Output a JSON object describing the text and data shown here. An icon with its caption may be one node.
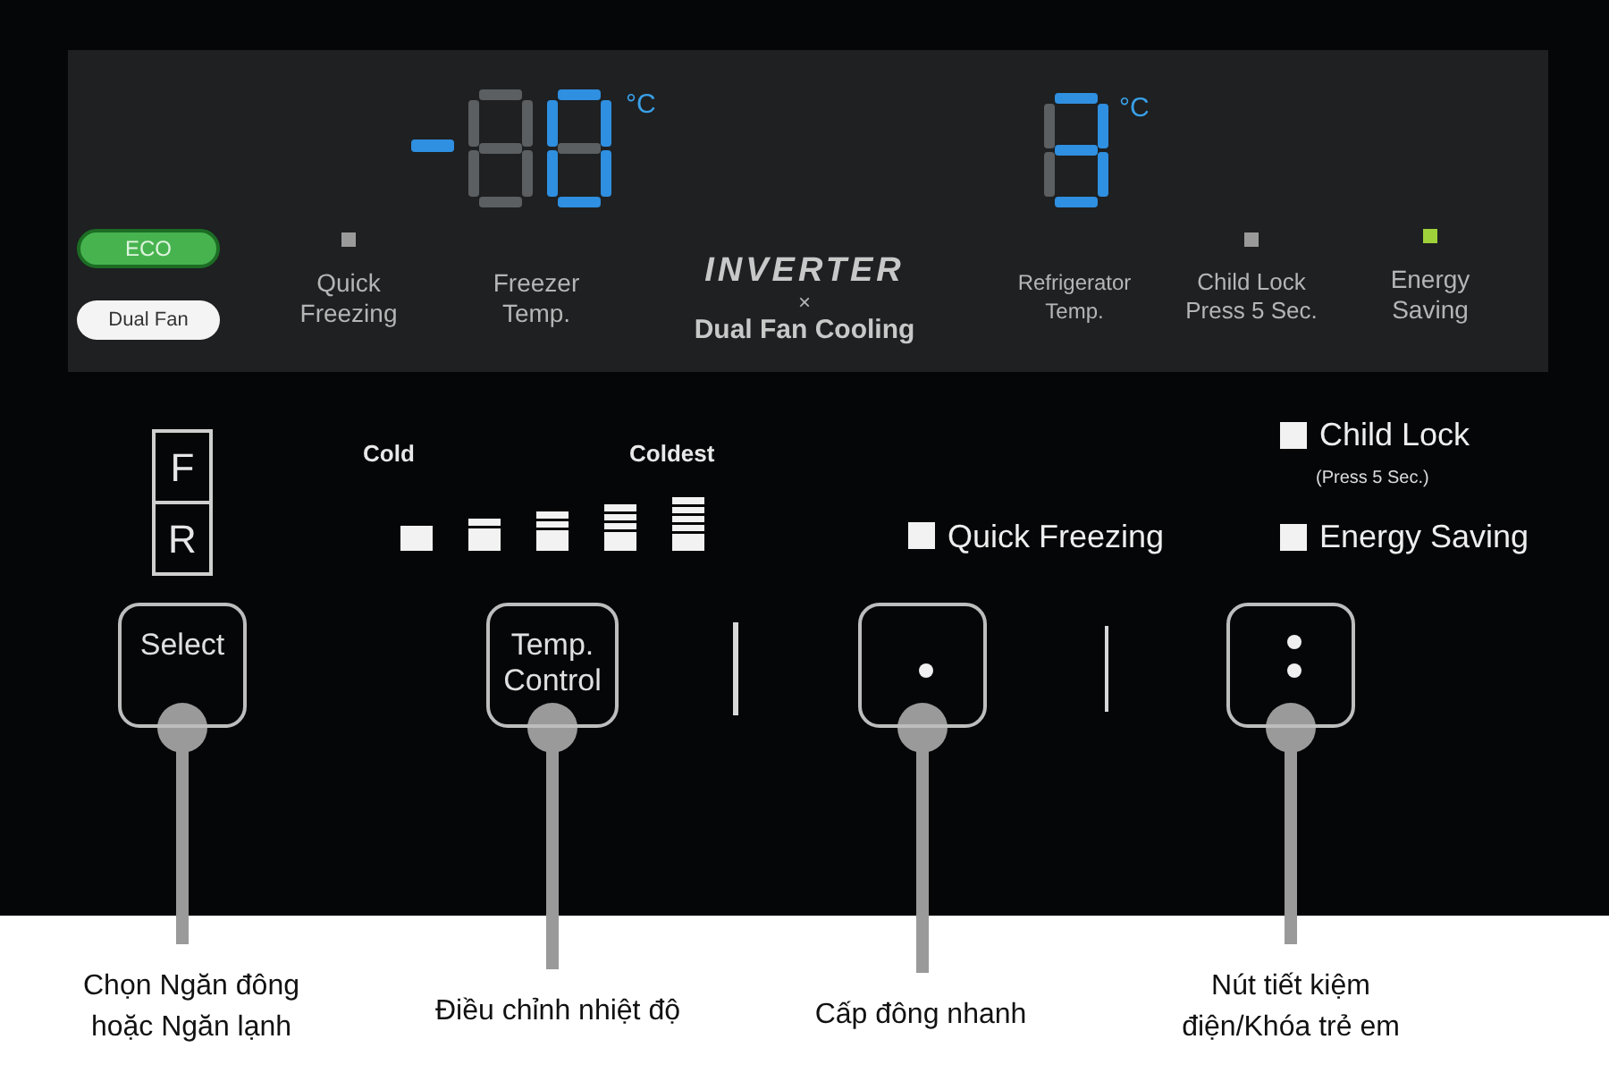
{
  "diagram": {
    "nodes": [
      {
        "text": [
          "ECO"
        ]
      },
      {
        "text": [
          "Dual Fan"
        ]
      },
      {
        "text": [
          "F",
          "R"
        ]
      },
      {
        "text": [
          "Select"
        ]
      },
      {
        "text": [
          "Temp. Control"
        ]
      },
      {
        "text": [],
        "shape": "box"
      },
      {
        "text": [],
        "shape": "box"
      },
      {
        "text": [
          "Chọn Ngăn đông hoặc Ngăn lạnh"
        ]
      },
      {
        "text": [
          "Điều chỉnh nhiệt độ"
        ]
      },
      {
        "text": [
          "Cấp đông nhanh"
        ]
      },
      {
        "text": [
          "Nút tiết kiệm điện/Khóa trẻ em"
        ]
      }
    ],
    "edges": [
      {
        "from": 7,
        "to": 3,
        "arrow": "other"
      },
      {
        "from": 8,
        "to": 4,
        "arrow": "other"
      },
      {
        "from": 9,
        "to": 5,
        "arrow": "other"
      },
      {
        "from": 10,
        "to": 6,
        "arrow": "other"
      }
    ],
    "labels": [
      "°C",
      "°C",
      "Quick Freezing",
      "Freezer Temp.",
      "INVERTER",
      "×",
      "Dual Fan Cooling",
      "Refrigerator Temp.",
      "Child Lock Press 5 Sec.",
      "Energy Saving",
      "Cold",
      "Coldest",
      "Child Lock",
      "(Press 5 Sec.)",
      "Quick Freezing",
      "Energy Saving"
    ]
  }
}
